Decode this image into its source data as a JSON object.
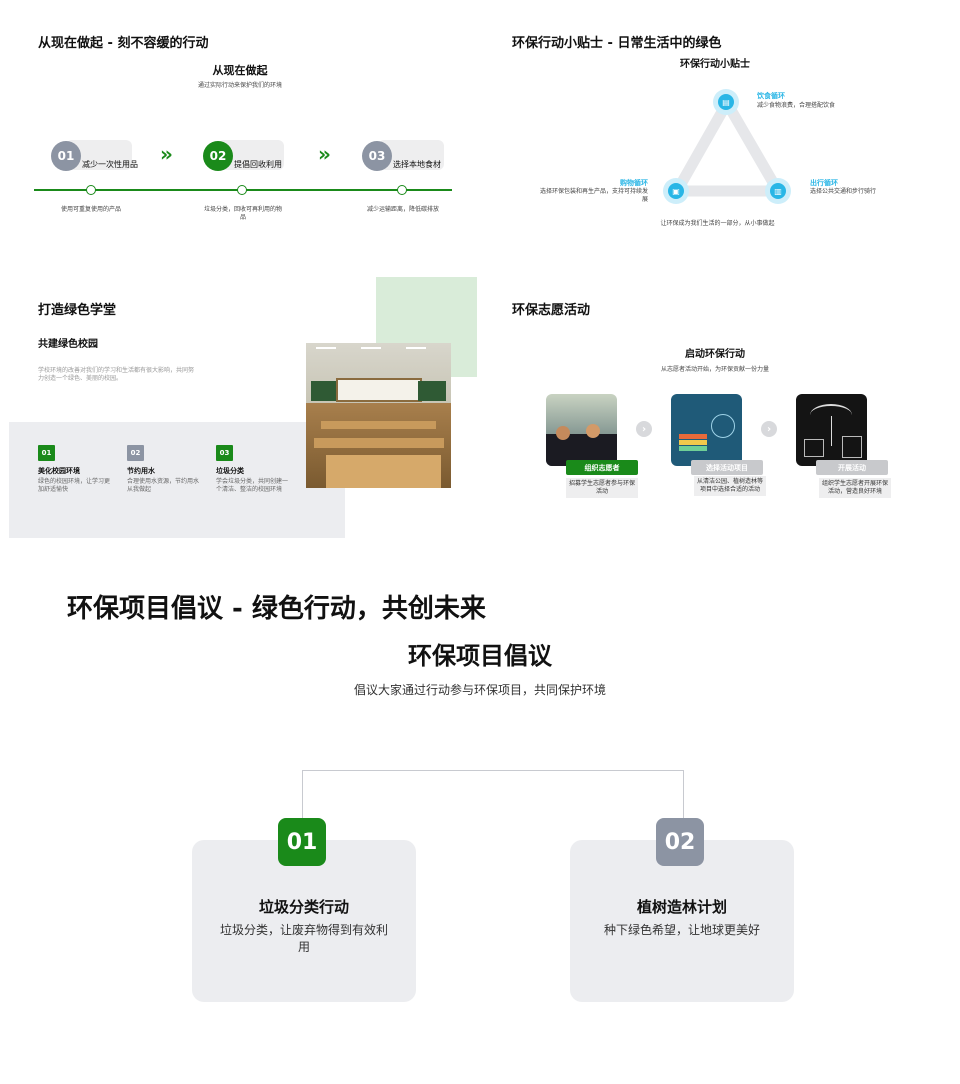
{
  "slide1": {
    "title": "从现在做起 - 刻不容缓的行动",
    "heading": "从现在做起",
    "subheading": "通过实际行动来保护我们的环境",
    "steps": [
      {
        "num": "01",
        "label": "减少一次性用品",
        "desc": "使用可重复使用的产品"
      },
      {
        "num": "02",
        "label": "提倡回收利用",
        "desc": "垃圾分类，回收可再利用的物品"
      },
      {
        "num": "03",
        "label": "选择本地食材",
        "desc": "减少运输距离，降低碳排放"
      }
    ],
    "arrow": "»",
    "colors": {
      "green": "#1a8a1a",
      "gray": "#8c94a3"
    }
  },
  "slide2": {
    "title": "环保行动小贴士 - 日常生活中的绿色",
    "heading": "环保行动小贴士",
    "nodes": [
      {
        "title": "饮食循环",
        "desc": "减少食物浪费，合理搭配饮食",
        "icon": "food-icon"
      },
      {
        "title": "购物循环",
        "desc": "选择环保包装和再生产品，支持可持续发展",
        "icon": "shopping-icon"
      },
      {
        "title": "出行循环",
        "desc": "选择公共交通和步行骑行",
        "icon": "travel-icon"
      }
    ],
    "footer": "让环保成为我们生活的一部分，从小事做起",
    "accent": "#29b6e6"
  },
  "slide3": {
    "title": "打造绿色学堂",
    "heading": "共建绿色校园",
    "intro": "学校环境的改善对我们的学习和生活都有很大影响，共同努力创造一个绿色、美丽的校园。",
    "items": [
      {
        "num": "01",
        "title": "美化校园环境",
        "desc": "绿色的校园环境，让学习更加舒适愉快"
      },
      {
        "num": "02",
        "title": "节约用水",
        "desc": "合理使用水资源，节约用水从我做起"
      },
      {
        "num": "03",
        "title": "垃圾分类",
        "desc": "学会垃圾分类，共同创建一个清洁、整洁的校园环境"
      }
    ]
  },
  "slide4": {
    "title": "环保志愿活动",
    "heading": "启动环保行动",
    "subheading": "从志愿者活动开始，为环保贡献一份力量",
    "cards": [
      {
        "label": "组织志愿者",
        "desc": "招募学生志愿者参与环保活动"
      },
      {
        "label": "选择活动项目",
        "desc": "从清洁公园、植树造林等项目中选择合适的活动"
      },
      {
        "label": "开展活动",
        "desc": "组织学生志愿者开展环保活动，营造良好环境"
      }
    ],
    "arrow": "›"
  },
  "slide5": {
    "title": "环保项目倡议 - 绿色行动，共创未来",
    "heading": "环保项目倡议",
    "subheading": "倡议大家通过行动参与环保项目，共同保护环境",
    "cards": [
      {
        "num": "01",
        "title": "垃圾分类行动",
        "desc": "垃圾分类，让废弃物得到有效利用"
      },
      {
        "num": "02",
        "title": "植树造林计划",
        "desc": "种下绿色希望，让地球更美好"
      }
    ]
  }
}
